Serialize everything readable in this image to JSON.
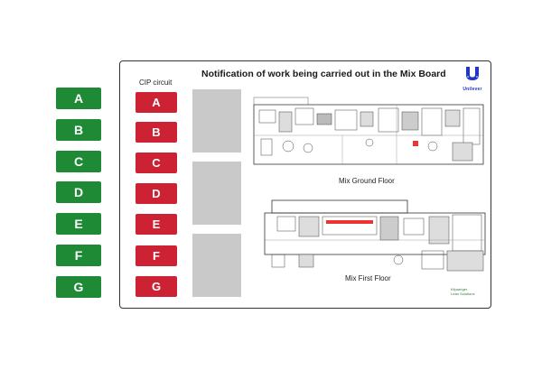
{
  "left_panel": {
    "buttons": [
      "A",
      "B",
      "C",
      "D",
      "E",
      "F",
      "G"
    ],
    "color": "#1e8a36"
  },
  "board": {
    "title": "Notification of work being carried out in the Mix Board",
    "cip_label": "CIP circuit",
    "cip_buttons": [
      "A",
      "B",
      "C",
      "D",
      "E",
      "F",
      "G"
    ],
    "cip_color": "#cc2234",
    "floors": {
      "ground": "Mix Ground Floor",
      "first": "Mix First Floor"
    },
    "brand": {
      "name": "Unilever",
      "color": "#1f36c7"
    },
    "credit": {
      "line1": "Kliparriger",
      "line2": "Lean Solutions"
    }
  }
}
